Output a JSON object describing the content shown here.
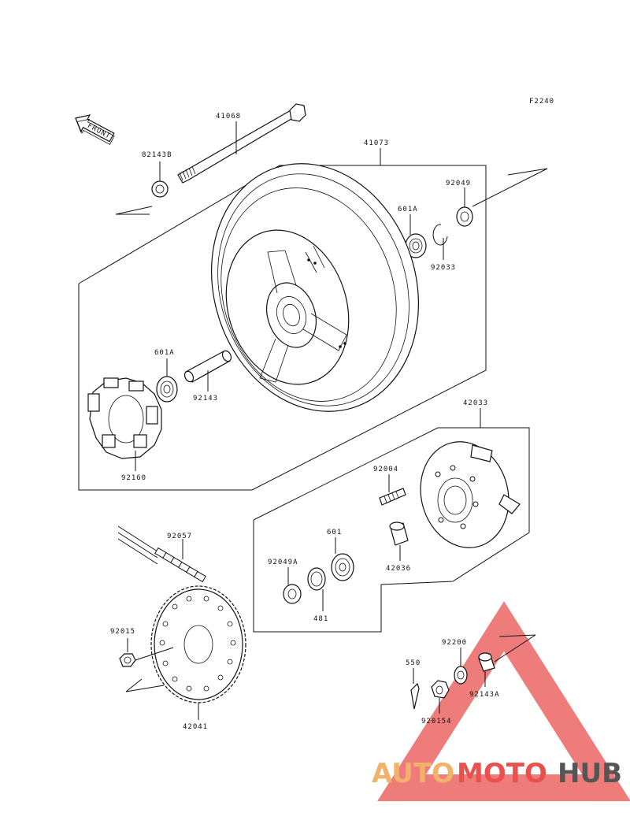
{
  "figure_code": "F2240",
  "front_arrow_label": "FRONT",
  "parts": {
    "p41068": "41068",
    "p82143B": "82143B",
    "p41073": "41073",
    "p92049": "92049",
    "p601A_top": "601A",
    "p92033": "92033",
    "p601A_left": "601A",
    "p92143": "92143",
    "p92160": "92160",
    "p42033": "42033",
    "p92004": "92004",
    "p42036": "42036",
    "p601": "601",
    "p92049A": "92049A",
    "p481": "481",
    "p92057": "92057",
    "p92015": "92015",
    "p42041": "42041",
    "p92200": "92200",
    "p550": "550",
    "p92143A": "92143A",
    "p92015A": "920154"
  },
  "watermark": {
    "part1": "AUTO",
    "part2": "MOTO",
    "part3": "HUB",
    "color1": "#f2b26b",
    "color2": "#e8514e",
    "color3": "#555555"
  }
}
